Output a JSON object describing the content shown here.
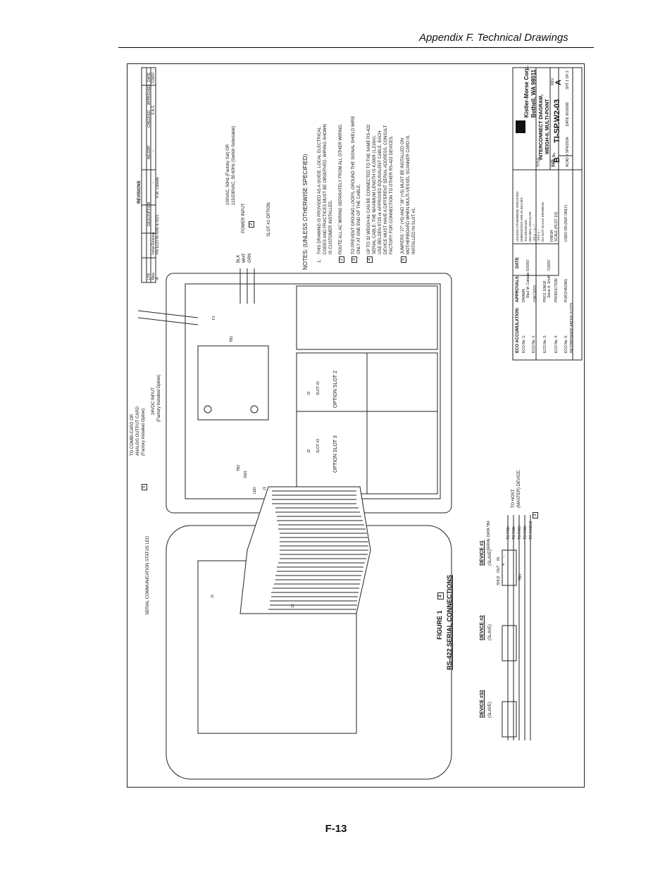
{
  "header": {
    "title": "Appendix F. Technical Drawings"
  },
  "footer": {
    "page_number": "F-13"
  },
  "drawing": {
    "revisions": {
      "heading": "REVISIONS",
      "columns": [
        "LTR",
        "DESCRIPTION",
        "INCORP.",
        "CHECKED",
        "APPROVED",
        "DATE"
      ],
      "rows": [
        [
          "New",
          "Initial Release",
          "--",
          "--",
          "S.A.S.",
          "7/28/97"
        ],
        [
          "A",
          "Per ECO #s 4240 & 4221",
          "R.M. Cabada",
          "",
          "",
          ""
        ]
      ]
    },
    "power": {
      "wires": [
        "BLK",
        "WHT",
        "GRN"
      ],
      "label": "POWER INPUT",
      "spec1": "100VAC, 50Hz (Factory Set) OR",
      "spec2": "115/230VAC, 50-60Hz (Switch Selectable)"
    },
    "slot_option": "SLOT #1 OPTION",
    "notes": {
      "title": "NOTES: (UNLESS OTHERWISE SPECIFIED)",
      "items": [
        {
          "num": "1.",
          "lines": [
            "THIS DRAWING IS PROVIDED AS A GUIDE. LOCAL ELECTRICAL",
            "CODES AND PRACTICES MUST BE OBSERVED. WIRING SHOWN",
            "IS CUSTOMER INSTALLED."
          ]
        },
        {
          "num": "2",
          "lines": [
            "ROUTE ALL AC WIRING SEPARATELY FROM ALL OTHER WIRING."
          ]
        },
        {
          "num": "3",
          "lines": [
            "TO PREVENT GROUND LOOPS, GROUND THE SIGNAL SHIELD WIRE",
            "ONLY AT ONE END OF THE CABLE."
          ]
        },
        {
          "num": "4",
          "lines": [
            "UP TO 32 WEIGH-IIs CAN BE CONNECTED TO THE SAME RS-422",
            "SERIAL CABLE. THE MAXIMUM LENGTH IS 4,000ft (1,219m).",
            "USE BELDEN 9729 or APPROVED EQUIVALENT CABLE. EACH",
            "DEVICE MUST HAVE A DIFFERENT SERIAL ADDRESS. CONSULT",
            "FACTORY FOR CONNECTION TO OTHER RS-422 DEVICES."
          ]
        },
        {
          "num": "5",
          "lines": [
            "JUMPERS \"J7\" (+5) AND \"J8\" (+5) MUST BE INSTALLED ON",
            "MOTHERBOARD WHEN MULTI-VESSEL SCANNER CARD IS",
            "INSTALLED IN SLOT #1."
          ]
        }
      ]
    },
    "combi": [
      "TO COMBI-CARD OR",
      "ANALOG OUTPUT CARD",
      "(Factory Installed Option)"
    ],
    "dc_input": [
      "24VDC INPUT",
      "(Factory Installed Option)"
    ],
    "option_slot_2": "OPTION SLOT 2",
    "option_slot_3": "OPTION SLOT 3",
    "slot_labels": [
      "SLOT #2",
      "SLOT #3"
    ],
    "board_labels": [
      "J3",
      "J2",
      "J1",
      "F1",
      "TB3",
      "TB1",
      "SW1",
      "J3",
      "J1",
      "TB4",
      "LED"
    ],
    "note_refs": [
      "5",
      "2",
      "3",
      "1",
      "4"
    ],
    "status_led": "SERIAL COMMUNICATION STATUS LED",
    "figure": {
      "title": "FIGURE 1",
      "subtitle": "RS-422  SERIAL CONNECTIONS"
    },
    "devices": [
      {
        "name": "DEVICE #1",
        "role": "(SLAVE)"
      },
      {
        "name": "DEVICE #2",
        "role": "(SLAVE)"
      },
      {
        "name": "DEVICE #32",
        "role": "(SLAVE)"
      }
    ],
    "terminal": {
      "label": "SERIAL DATA TB4",
      "shld": "SHLD",
      "out": "OUT",
      "in": "IN",
      "plus": "+",
      "minus": "-"
    },
    "host": {
      "lines": [
        "TO TXD+",
        "TO TXD-",
        "TO RXD+",
        "TO RXD-",
        "TO SHIELD"
      ],
      "label": [
        "TO HOST",
        "(MASTER) DEVICE."
      ]
    },
    "title_block": {
      "company": "Kistler-Morse Corp.",
      "city": "Bothell, WA 98011",
      "title_label": "TITLE",
      "title1": "INTERCONNECT DIAGRAM,",
      "title2": "WEIGH-II, MULTI-POINT",
      "size_label": "SIZE",
      "size": "B",
      "dwg_label": "DWG No.",
      "dwg_no": "TI-SP.W2-03",
      "rev_label": "REV",
      "rev": "A",
      "acad": "ACAD #  SPW203A",
      "date_field": "DATE 06/26/98",
      "sheet": "SHT 1 OF 3",
      "eco_header": "ECO ACCUMULATION:",
      "eco_rows": [
        "ECO No. 1:",
        "ECO No. 2:",
        "ECO No. 3:",
        "ECO No. 4:",
        "ECO No. 5:",
        "INCORPORATE ABOVE ECO'S"
      ],
      "approvals": "APPROVALS",
      "date_col": "DATE",
      "drawn": "DRAWN",
      "drawn_by": "Raul M. Cabada",
      "drawn_date": "6/30/97",
      "checked": "CHECKED",
      "proj_engr": "PROJ. ENGR.",
      "proj_by": "Steve A. Smith",
      "proj_date": "7/28/97",
      "production": "PRODUCTION",
      "purchasing": "PURCHASING",
      "tol": [
        "UNLESS OTHERWISE SPECIFIED",
        "DIMENSIONS ARE IN INCHES",
        "TOLERANCES:",
        "DECIMAL    ANGULAR",
        ".XX ± --    ± --°",
        ".XXX ± --",
        "DO NOT SCALE DRAWING"
      ],
      "finish": "FINISH",
      "scale": "SCALE (PLOT 1/2)",
      "used_on": "USED ON (REF ONLY)"
    }
  }
}
